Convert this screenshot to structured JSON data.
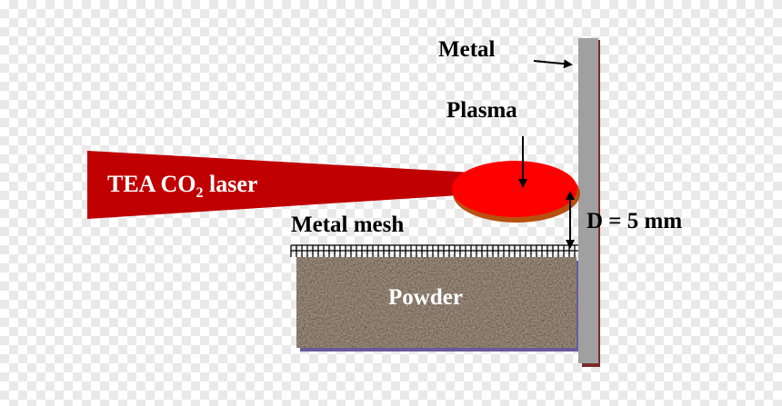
{
  "labels": {
    "metal": "Metal",
    "plasma": "Plasma",
    "laser": "TEA CO",
    "laser_sub": "2",
    "laser_rest": " laser",
    "mesh": "Metal mesh",
    "powder": "Powder",
    "distance": "D = 5 mm"
  },
  "colors": {
    "laser_beam": "#c00000",
    "plasma": "#ff0000",
    "plasma_edge": "#b85010",
    "metal_plate": "#a0a0a0",
    "metal_edge": "#7a2a2a",
    "powder": "#a89a8c",
    "powder_border": "#6a5a9a"
  }
}
